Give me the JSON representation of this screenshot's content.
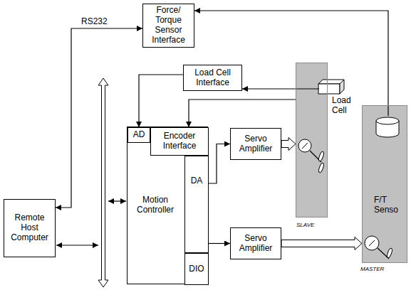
{
  "diagram": {
    "nodes": [
      {
        "text": [
          "Force/ Torque Sensor Interface"
        ]
      },
      {
        "text": [
          "Load Cell Interface"
        ]
      },
      {
        "text": [
          "Remote Host Computer"
        ]
      },
      {
        "text": [
          "Motion Controller"
        ]
      },
      {
        "text": [
          "AD"
        ],
        "in": 3
      },
      {
        "text": [
          "Encoder Interface"
        ],
        "in": 3
      },
      {
        "text": [
          "DA"
        ],
        "in": 3
      },
      {
        "text": [
          "DIO"
        ],
        "in": 3
      },
      {
        "text": [
          "Servo Amplifier"
        ]
      },
      {
        "text": [
          "Servo Amplifier"
        ]
      },
      {
        "text": [
          "SLAVE"
        ]
      },
      {
        "text": [
          "Load Cell"
        ],
        "in": 10
      },
      {
        "text": [
          "MASTER"
        ]
      },
      {
        "text": [
          "F/T Senso"
        ],
        "in": 12
      }
    ],
    "edges": [
      {
        "from": 2,
        "to": 0,
        "arrow": "both",
        "label": "RS232"
      },
      {
        "from": 13,
        "to": 0,
        "arrow": "to"
      },
      {
        "from": 11,
        "to": 1,
        "arrow": "to"
      },
      {
        "from": 1,
        "to": 4,
        "arrow": "to"
      },
      {
        "from": 10,
        "to": 5,
        "arrow": "to"
      },
      {
        "from": 6,
        "to": 8,
        "arrow": "to"
      },
      {
        "from": 6,
        "to": 9,
        "arrow": "to"
      },
      {
        "from": 8,
        "to": 10,
        "arrow": "to"
      },
      {
        "from": 9,
        "to": 12,
        "arrow": "to"
      }
    ]
  }
}
